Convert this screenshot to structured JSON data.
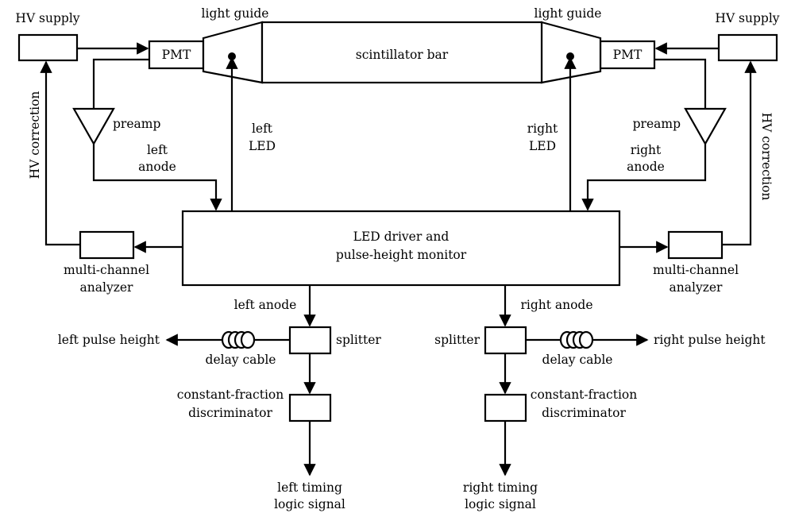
{
  "labels": {
    "hv_supply_left": "HV supply",
    "hv_supply_right": "HV supply",
    "pmt_left": "PMT",
    "pmt_right": "PMT",
    "light_guide_left": "light guide",
    "light_guide_right": "light guide",
    "scintillator_bar": "scintillator bar",
    "preamp_left": "preamp",
    "preamp_right": "preamp",
    "hv_correction_left": "HV correction",
    "hv_correction_right": "HV correction",
    "left_anode_top_1": "left",
    "left_anode_top_2": "anode",
    "right_anode_top_1": "right",
    "right_anode_top_2": "anode",
    "left_led_1": "left",
    "left_led_2": "LED",
    "right_led_1": "right",
    "right_led_2": "LED",
    "led_driver_1": "LED driver and",
    "led_driver_2": "pulse-height monitor",
    "mca_left_1": "multi-channel",
    "mca_left_2": "analyzer",
    "mca_right_1": "multi-channel",
    "mca_right_2": "analyzer",
    "left_anode_bottom": "left anode",
    "right_anode_bottom": "right anode",
    "splitter_left": "splitter",
    "splitter_right": "splitter",
    "left_pulse_height": "left pulse height",
    "right_pulse_height": "right pulse height",
    "delay_cable_left": "delay cable",
    "delay_cable_right": "delay cable",
    "cfd_left_1": "constant-fraction",
    "cfd_left_2": "discriminator",
    "cfd_right_1": "constant-fraction",
    "cfd_right_2": "discriminator",
    "left_timing_1": "left timing",
    "left_timing_2": "logic signal",
    "right_timing_1": "right timing",
    "right_timing_2": "logic signal"
  }
}
